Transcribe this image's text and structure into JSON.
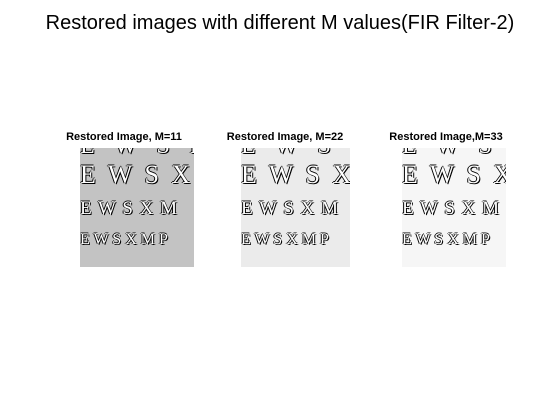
{
  "title": "Restored images with different M values(FIR Filter-2)",
  "panels": [
    {
      "title": "Restored Image, M=11",
      "background": "#c3c3c3",
      "rows": [
        "E W S P",
        "E W S X",
        "E W S X M",
        "E W S X M P"
      ]
    },
    {
      "title": "Restored Image, M=22",
      "background": "#ebebeb",
      "rows": [
        "E W S P",
        "E W S X",
        "E W S X M",
        "E W S X M P"
      ]
    },
    {
      "title": "Restored Image,M=33",
      "background": "#f6f6f6",
      "rows": [
        "E W S P",
        "E W S X",
        "E W S X M",
        "E W S X M P"
      ]
    }
  ]
}
